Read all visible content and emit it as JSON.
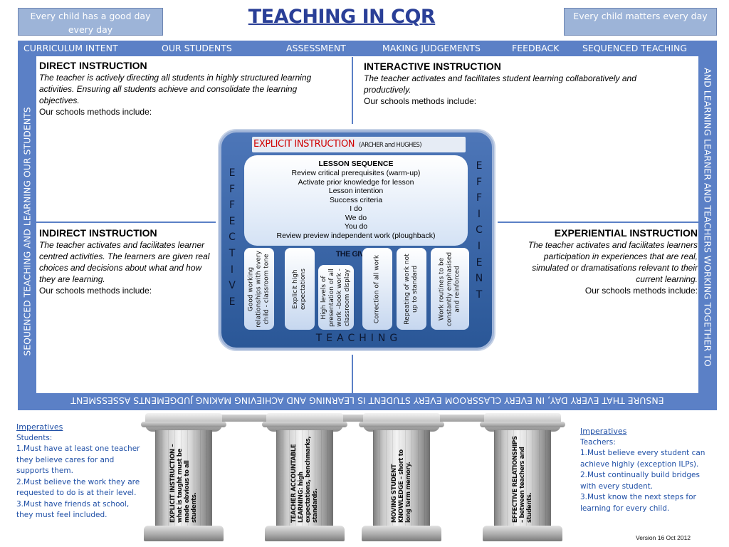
{
  "header": {
    "title": "TEACHING IN CQR",
    "tag_left": "Every child has a good day every day",
    "tag_right": "Every child matters every day"
  },
  "nav": [
    "CURRICULUM INTENT",
    "OUR STUDENTS",
    "ASSESSMENT",
    "MAKING JUDGEMENTS",
    "FEEDBACK",
    "SEQUENCED TEACHING"
  ],
  "frame": {
    "left_side": "SEQUENCED TEACHING AND LEARNING     OUR STUDENTS",
    "right_side": "AND LEARNING   LEARNER AND TEACHERS WORKING TOGETHER TO",
    "bottom": "ENSURE THAT EVERY DAY, IN EVERY CLASSROOM EVERY STUDENT IS LEARNING AND ACHIEVING     MAKING JUDGEMENTS     ASSESSMENT",
    "color": "#5b80c6"
  },
  "quadrants": {
    "direct": {
      "title": "DIRECT INSTRUCTION",
      "desc": "The teacher is actively directing all students in highly structured learning activities.  Ensuring all students achieve and consolidate the learning objectives.",
      "methods": "Our schools methods include:"
    },
    "interactive": {
      "title": "INTERACTIVE INSTRUCTION",
      "desc": "The teacher activates and facilitates student learning collaboratively and productively.",
      "methods": "Our schools methods include:"
    },
    "indirect": {
      "title": "INDIRECT INSTRUCTION",
      "desc": "The teacher activates and facilitates learner centred activities.  The learners are given real choices and decisions about what and how they are learning.",
      "methods": "Our schools methods include:"
    },
    "experiential": {
      "title": "EXPERIENTIAL INSTRUCTION",
      "desc": "The teacher activates and facilitates learners participation in experiences that are real, simulated or dramatisations relevant to their current learning.",
      "methods": "Our schools methods include:"
    }
  },
  "explicit": {
    "title": "EXPLICIT INSTRUCTION",
    "subtitle": "(ARCHER and HUGHES)",
    "lesson_sequence": {
      "title": "LESSON  SEQUENCE",
      "steps": [
        "Review critical prerequisites (warm-up)",
        "Activate prior knowledge for lesson",
        "Lesson intention",
        "Success criteria",
        "I do",
        "We do",
        "You do",
        "Review preview independent work (ploughback)"
      ]
    },
    "effective_letters": [
      "E",
      "F",
      "F",
      "E",
      "C",
      "T",
      "I",
      "V",
      "E"
    ],
    "efficient_letters": [
      "E",
      "F",
      "F",
      "I",
      "C",
      "I",
      "E",
      "N",
      "T"
    ],
    "givens_title": "THE GIVENS",
    "givens": [
      "Good working relationships with every child - classroom tone",
      "Explicit high expectations",
      "High levels of presentation of all work –book work -classroom display",
      "Correction of all work",
      "Repeating of work not up to standard",
      "Work routines to be constantly emphasised and reinforced"
    ],
    "teaching_label": "TEACHING"
  },
  "imperatives_students": {
    "title": "Imperatives",
    "who": "Students:",
    "items": [
      "1.Must have at least one teacher they believe cares for and supports them.",
      "2.Must believe the work they are requested to do is at their level.",
      "3.Must have friends at school, they must feel included."
    ]
  },
  "imperatives_teachers": {
    "title": "Imperatives",
    "who": "Teachers:",
    "items": [
      "1.Must  believe every student can achieve highly (exception ILPs).",
      "2.Must continually build  bridges with every student.",
      "3.Must know the next steps for learning for every child."
    ]
  },
  "columns": [
    "EXPLICIT INSTRUCTION – what is taught must be made obvious to all students.",
    "TEACHER ACCOUNTABLE LEARNING: high expectations, benchmarks, standards.",
    "MOVING STUDENT KNOWLEDGE – short to long term memory.",
    "EFFECTIVE RELATIONSHIPS – between teachers and students."
  ],
  "version": "Version 16 Oct 2012"
}
